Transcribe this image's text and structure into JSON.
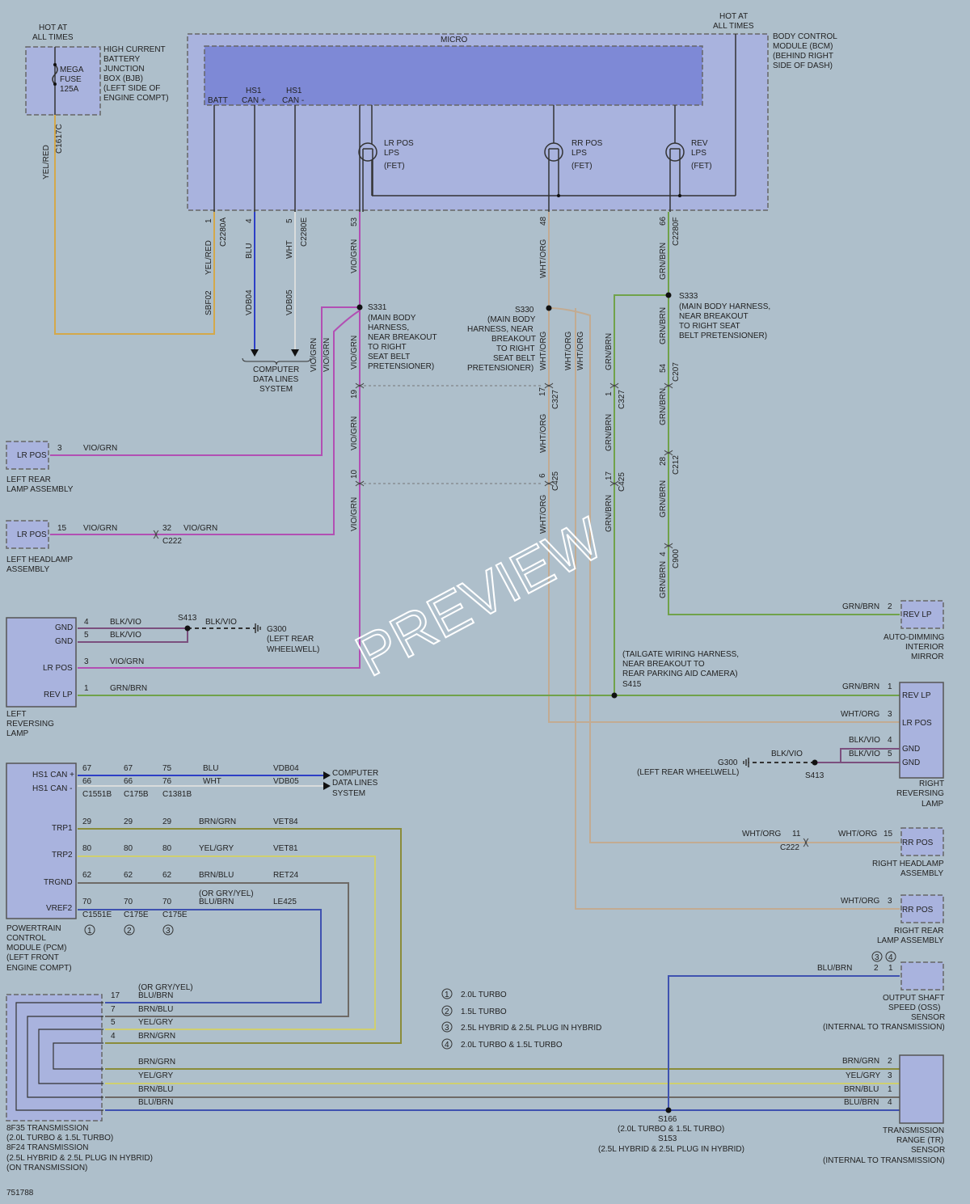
{
  "diagram_id": "751788",
  "watermark": "PREVIEW",
  "bcm": {
    "hot_label": "HOT AT ALL TIMES",
    "micro": "MICRO",
    "title": [
      "BODY CONTROL",
      "MODULE (BCM)",
      "(BEHIND RIGHT",
      "SIDE OF DASH)"
    ],
    "pins": [
      "BATT",
      "HS1 CAN +",
      "HS1 CAN -"
    ],
    "fets": [
      {
        "name": [
          "LR POS",
          "LPS",
          "(FET)"
        ]
      },
      {
        "name": [
          "RR POS",
          "LPS",
          "(FET)"
        ]
      },
      {
        "name": [
          "REV",
          "LPS",
          "(FET)"
        ]
      }
    ]
  },
  "bjb": {
    "hot_label": [
      "HOT AT",
      "ALL TIMES"
    ],
    "fuse": [
      "MEGA",
      "FUSE",
      "125A"
    ],
    "title": [
      "HIGH CURRENT",
      "BATTERY",
      "JUNCTION",
      "BOX (BJB)",
      "(LEFT SIDE OF",
      "ENGINE COMPT)"
    ],
    "wire": "YEL/RED",
    "connector": "C1617C"
  },
  "bcm_outputs": [
    {
      "pin": "1",
      "conn": "C2280A",
      "wire": "YEL/RED",
      "circuit": "SBF02"
    },
    {
      "pin": "4",
      "wire": "BLU",
      "circuit": "VDB04"
    },
    {
      "pin": "5",
      "conn": "C2280E",
      "wire": "WHT",
      "circuit": "VDB05"
    },
    {
      "pin": "53",
      "wire": "VIO/GRN"
    },
    {
      "pin": "48",
      "wire": "WHT/ORG"
    },
    {
      "pin": "66",
      "conn": "C2280F",
      "wire": "GRN/BRN"
    }
  ],
  "cdls": [
    "COMPUTER",
    "DATA LINES",
    "SYSTEM"
  ],
  "splices": {
    "s331": [
      "S331",
      "(MAIN BODY",
      "HARNESS,",
      "NEAR BREAKOUT",
      "TO RIGHT",
      "SEAT BELT",
      "PRETENSIONER)"
    ],
    "s330": [
      "S330",
      "(MAIN BODY",
      "HARNESS, NEAR",
      "BREAKOUT",
      "TO RIGHT",
      "SEAT BELT",
      "PRETENSIONER)"
    ],
    "s333": [
      "S333",
      "(MAIN BODY HARNESS,",
      "NEAR BREAKOUT",
      "TO RIGHT SEAT",
      "BELT PRETENSIONER)"
    ],
    "s413_left": "S413",
    "s413_right": "S413",
    "s415": [
      "(TAILGATE WIRING HARNESS,",
      "NEAR BREAKOUT TO",
      "REAR PARKING AID CAMERA)",
      "S415"
    ],
    "s166": [
      "S166",
      "(2.0L TURBO & 1.5L TURBO)",
      "S153",
      "(2.5L HYBRID & 2.5L PLUG IN HYBRID)"
    ]
  },
  "inline": {
    "c327_left": {
      "pin": "19",
      "conn": "C327"
    },
    "c425_left": {
      "pin": "10"
    },
    "c327_mid": {
      "pin": "17",
      "conn": "C327"
    },
    "c425_mid": {
      "pin": "6",
      "conn": "C425"
    },
    "c327_grn": {
      "pin": "1",
      "conn": "C327"
    },
    "c425_grn": {
      "pin": "17",
      "conn": "C425"
    },
    "c207": {
      "pin": "54",
      "conn": "C207"
    },
    "c212": {
      "pin": "28",
      "conn": "C212"
    },
    "c900": {
      "pin": "4",
      "conn": "C900"
    }
  },
  "left_rear_lamp": {
    "label": "LR POS",
    "pin": "3",
    "wire": "VIO/GRN",
    "title": [
      "LEFT REAR",
      "LAMP ASSEMBLY"
    ]
  },
  "left_headlamp": {
    "label": "LR POS",
    "pin": "15",
    "wire": "VIO/GRN",
    "conn_pin": "32",
    "conn": "C222",
    "wire2": "VIO/GRN",
    "title": [
      "LEFT HEADLAMP",
      "ASSEMBLY"
    ]
  },
  "left_reversing": {
    "title": [
      "LEFT",
      "REVERSING",
      "LAMP"
    ],
    "pins": [
      {
        "label": "GND",
        "pin": "4",
        "wire": "BLK/VIO"
      },
      {
        "label": "GND",
        "pin": "5",
        "wire": "BLK/VIO"
      },
      {
        "label": "LR POS",
        "pin": "3",
        "wire": "VIO/GRN"
      },
      {
        "label": "REV LP",
        "pin": "1",
        "wire": "GRN/BRN"
      }
    ],
    "ground_wire": "BLK/VIO",
    "ground": [
      "G300",
      "(LEFT REAR",
      "WHEELWELL)"
    ]
  },
  "mirror": {
    "label": "REV LP",
    "pin": "2",
    "wire": "GRN/BRN",
    "title": [
      "AUTO-DIMMING",
      "INTERIOR",
      "MIRROR"
    ]
  },
  "right_reversing": {
    "title": [
      "RIGHT",
      "REVERSING",
      "LAMP"
    ],
    "pins": [
      {
        "label": "REV LP",
        "pin": "1",
        "wire": "GRN/BRN"
      },
      {
        "label": "LR POS",
        "pin": "3",
        "wire": "WHT/ORG"
      },
      {
        "label": "GND",
        "pin": "4",
        "wire": "BLK/VIO"
      },
      {
        "label": "GND",
        "pin": "5",
        "wire": "BLK/VIO"
      }
    ],
    "ground_wire": "BLK/VIO",
    "ground": "G300",
    "ground_desc": "(LEFT REAR WHEELWELL)"
  },
  "right_headlamp": {
    "label": "RR POS",
    "pin": "15",
    "wire": "WHT/ORG",
    "conn_pin": "11",
    "conn": "C222",
    "wire2": "WHT/ORG",
    "title": [
      "RIGHT HEADLAMP",
      "ASSEMBLY"
    ]
  },
  "right_rear_lamp": {
    "label": "RR POS",
    "pin": "3",
    "wire": "WHT/ORG",
    "title": [
      "RIGHT REAR",
      "LAMP ASSEMBLY"
    ]
  },
  "pcm": {
    "title": [
      "POWERTRAIN",
      "CONTROL",
      "MODULE (PCM)",
      "(LEFT FRONT",
      "ENGINE COMPT)"
    ],
    "can_rows": [
      {
        "label": "HS1 CAN +",
        "p1": "67",
        "p2": "67",
        "p3": "75",
        "wire": "BLU",
        "circuit": "VDB04"
      },
      {
        "label": "HS1 CAN -",
        "p1": "66",
        "p2": "66",
        "p3": "76",
        "wire": "WHT",
        "circuit": "VDB05"
      }
    ],
    "can_conns": [
      "C1551B",
      "C175B",
      "C1381B"
    ],
    "cdls": [
      "COMPUTER",
      "DATA LINES",
      "SYSTEM"
    ],
    "rows": [
      {
        "label": "TRP1",
        "p1": "29",
        "p2": "29",
        "p3": "29",
        "wire": "BRN/GRN",
        "circuit": "VET84"
      },
      {
        "label": "TRP2",
        "p1": "80",
        "p2": "80",
        "p3": "80",
        "wire": "YEL/GRY",
        "circuit": "VET81"
      },
      {
        "label": "TRGND",
        "p1": "62",
        "p2": "62",
        "p3": "62",
        "wire": "BRN/BLU",
        "circuit": "RET24"
      },
      {
        "label": "VREF2",
        "p1": "70",
        "p2": "70",
        "p3": "70",
        "wire": "BLU/BRN",
        "alt": "(OR GRY/YEL)",
        "circuit": "LE425"
      }
    ],
    "conns": [
      "C1551E",
      "C175E",
      "C175E"
    ],
    "variants": [
      "1",
      "2",
      "3"
    ]
  },
  "transmission": {
    "title": [
      "8F35 TRANSMISSION",
      "(2.0L TURBO & 1.5L TURBO)",
      "8F24 TRANSMISSION",
      "(2.5L HYBRID & 2.5L PLUG IN HYBRID)",
      "(ON TRANSMISSION)"
    ],
    "upper": [
      {
        "pin": "17",
        "wire": "BLU/BRN",
        "alt": "(OR GRY/YEL)"
      },
      {
        "pin": "7",
        "wire": "BRN/BLU"
      },
      {
        "pin": "5",
        "wire": "YEL/GRY"
      },
      {
        "pin": "4",
        "wire": "BRN/GRN"
      }
    ],
    "lower": [
      "BRN/GRN",
      "YEL/GRY",
      "BRN/BLU",
      "BLU/BRN"
    ]
  },
  "oss": {
    "wire": "BLU/BRN",
    "pins": [
      "2",
      "1"
    ],
    "variants": [
      "3",
      "4"
    ],
    "title": [
      "OUTPUT SHAFT",
      "SPEED (OSS)",
      "SENSOR",
      "(INTERNAL TO TRANSMISSION)"
    ]
  },
  "tr": {
    "rows": [
      {
        "wire": "BRN/GRN",
        "pin": "2"
      },
      {
        "wire": "YEL/GRY",
        "pin": "3"
      },
      {
        "wire": "BRN/BLU",
        "pin": "1"
      },
      {
        "wire": "BLU/BRN",
        "pin": "4"
      }
    ],
    "title": [
      "TRANSMISSION",
      "RANGE (TR)",
      "SENSOR",
      "(INTERNAL TO TRANSMISSION)"
    ]
  },
  "legend": [
    {
      "n": "1",
      "text": "2.0L TURBO"
    },
    {
      "n": "2",
      "text": "1.5L TURBO"
    },
    {
      "n": "3",
      "text": "2.5L HYBRID & 2.5L PLUG IN HYBRID"
    },
    {
      "n": "4",
      "text": "2.0L TURBO & 1.5L TURBO"
    }
  ]
}
